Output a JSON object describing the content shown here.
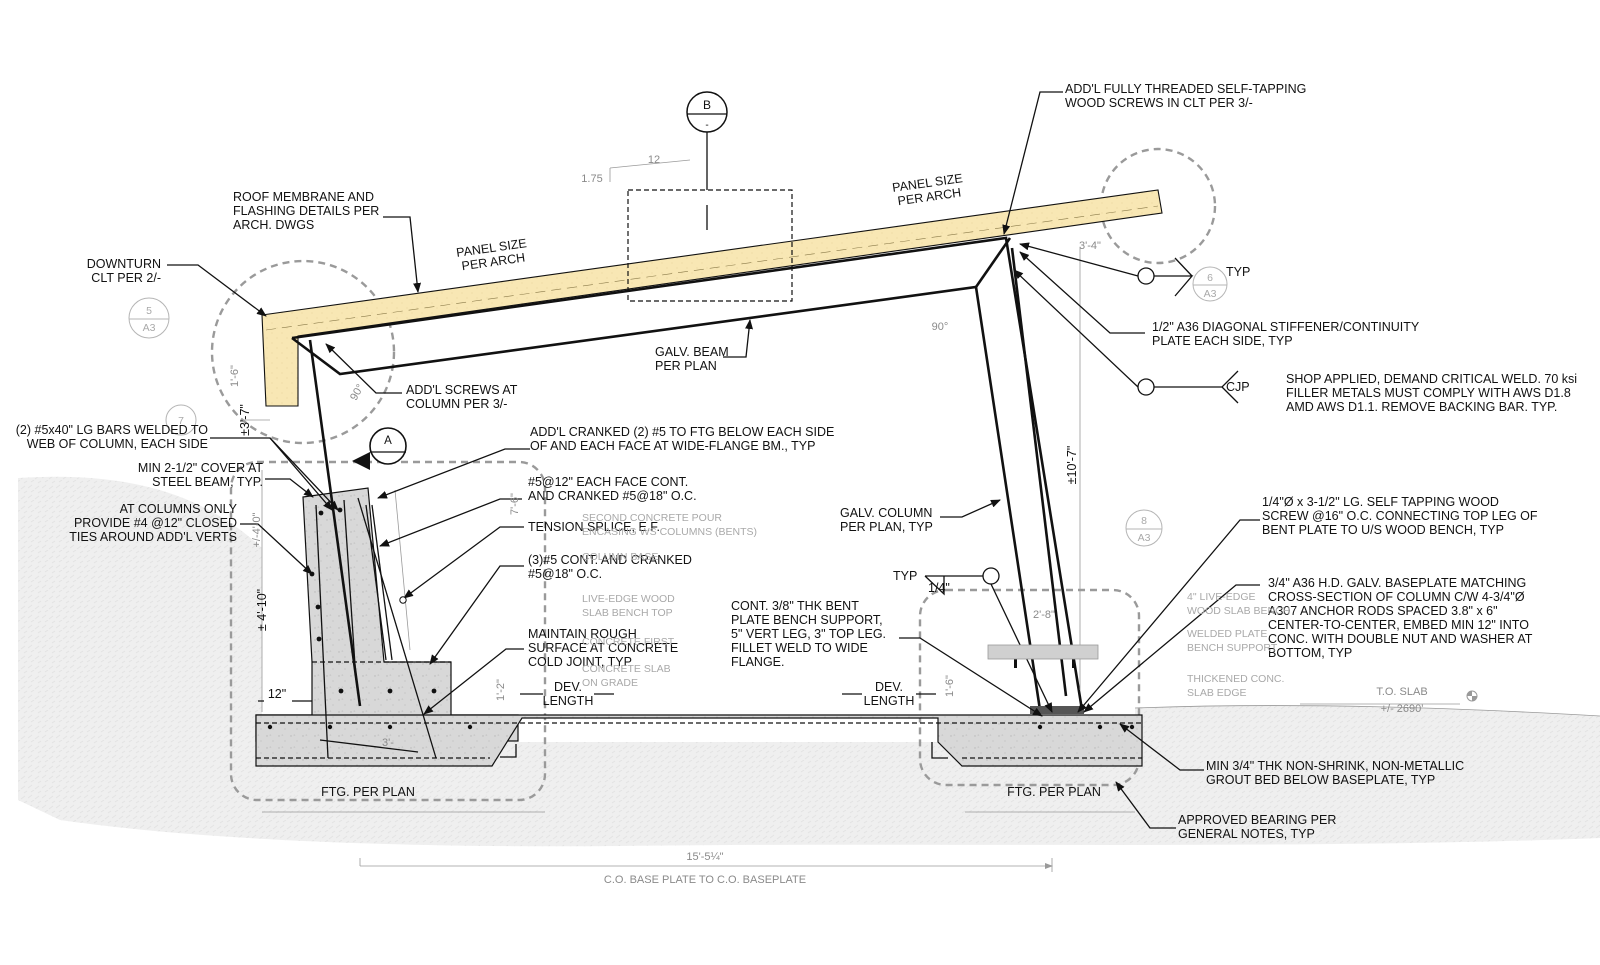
{
  "drawing": {
    "section_tag": {
      "letter": "B",
      "sub": "-"
    },
    "cut_tag": {
      "letter": "A"
    },
    "callouts": [
      {
        "id": 5,
        "sheet": "A3"
      },
      {
        "id": 7,
        "sheet": ""
      },
      {
        "id": 8,
        "sheet": "A3"
      },
      {
        "id": 6,
        "sheet": "A3"
      }
    ],
    "notes": {
      "roof_membrane": [
        "ROOF MEMBRANE AND",
        "FLASHING DETAILS PER",
        "ARCH. DWGS"
      ],
      "downturn": [
        "DOWNTURN",
        "CLT PER 2/-"
      ],
      "panel_left": [
        "PANEL SIZE",
        "PER ARCH"
      ],
      "panel_right": [
        "PANEL SIZE",
        "PER ARCH"
      ],
      "self_tapping": [
        "ADD'L FULLY THREADED SELF-TAPPING",
        "WOOD SCREWS IN CLT PER 3/-"
      ],
      "diag_stiffener": [
        "1/2\" A36 DIAGONAL STIFFENER/CONTINUITY",
        "PLATE EACH SIDE, TYP"
      ],
      "weld": [
        "SHOP APPLIED, DEMAND CRITICAL WELD. 70 ksi",
        "FILLER METALS MUST COMPLY WITH AWS D1.8",
        "AMD AWS D1.1. REMOVE BACKING BAR. TYP."
      ],
      "weld_typ": "TYP",
      "weld_cjp": "CJP",
      "galv_beam": [
        "GALV. BEAM",
        "PER PLAN"
      ],
      "addl_screws": [
        "ADD'L SCREWS AT",
        "COLUMN PER 3/-"
      ],
      "bars_welded": [
        "(2) #5x40\" LG BARS WELDED TO",
        "WEB OF COLUMN, EACH SIDE"
      ],
      "min_cover": [
        "MIN 2-1/2\" COVER AT",
        "STEEL BEAM, TYP."
      ],
      "closed_ties": [
        "AT COLUMNS ONLY",
        "PROVIDE #4 @12\" CLOSED",
        "TIES AROUND ADD'L VERTS"
      ],
      "cranked": [
        "ADD'L CRANKED (2) #5 TO FTG BELOW EACH SIDE",
        "OF AND EACH FACE AT WIDE-FLANGE BM., TYP"
      ],
      "each_face": [
        "#5@12\" EACH FACE CONT.",
        "AND CRANKED #5@18\" O.C."
      ],
      "tension_splice": "TENSION SPLICE, E.F.",
      "cont_cranked": [
        "(3)#5 CONT. AND CRANKED",
        "#5@18\" O.C."
      ],
      "rough_surface": [
        "MAINTAIN ROUGH",
        "SURFACE AT CONCRETE",
        "COLD JOINT, TYP"
      ],
      "galv_column": [
        "GALV. COLUMN",
        "PER PLAN, TYP"
      ],
      "bench_support": [
        "CONT. 3/8\" THK BENT",
        "PLATE BENCH SUPPORT,",
        "5\" VERT LEG, 3\" TOP LEG.",
        "FILLET WELD TO WIDE",
        "FLANGE."
      ],
      "wood_screw": [
        "1/4\"Ø x 3-1/2\" LG. SELF TAPPING WOOD",
        "SCREW @16\" O.C. CONNECTING TOP LEG OF",
        "BENT PLATE TO U/S WOOD BENCH, TYP"
      ],
      "baseplate": [
        "3/4\" A36 H.D. GALV. BASEPLATE MATCHING",
        "CROSS-SECTION OF COLUMN C/W 4-3/4\"Ø",
        "A307 ANCHOR RODS SPACED 3.8\" x 6\"",
        "CENTER-TO-CENTER, EMBED MIN 12\" INTO",
        "CONC. WITH DOUBLE NUT AND WASHER AT",
        "BOTTOM, TYP"
      ],
      "grout": [
        "MIN 3/4\" THK NON-SHRINK, NON-METALLIC",
        "GROUT BED BELOW BASEPLATE, TYP"
      ],
      "bearing": [
        "APPROVED BEARING PER",
        "GENERAL NOTES, TYP"
      ],
      "fillet_typ": "TYP",
      "fillet_size": "1/4\"",
      "dev_length_left": [
        "DEV.",
        "LENGTH"
      ],
      "dev_length_right": [
        "DEV.",
        "LENGTH"
      ],
      "ftg_left": "FTG. PER PLAN",
      "ftg_right": "FTG. PER PLAN"
    },
    "dimensions": {
      "d12_slope": "12",
      "d175": "1.75",
      "d3_4": "3'-4\"",
      "d90_right": "90°",
      "d90_left": "90°",
      "d1_6_top": "1'-6\"",
      "d3_7": "±3'-7\"",
      "d10_7": "±10'-7\"",
      "d7_6": "7'-6\"",
      "d4_0": "+/-4'-0\"",
      "d4_10": "± 4'-10\"",
      "d12in": "12\"",
      "d1_2": "1'-2\"",
      "d1_6_right": "1'-6\"",
      "d2_8": "2'-8\"",
      "d3_left": "3'-",
      "overall": "15'-5¼\"",
      "overall_label": "C.O. BASE PLATE TO C.O. BASEPLATE",
      "slab_label": "T.O. SLAB",
      "slab_elev": "+/- 2690'"
    },
    "ghost_notes": {
      "left": [
        "SECOND CONCRETE POUR",
        "ENCASING WS COLUMNS (BENTS)",
        "COLUMN BASE",
        "LIVE-EDGE WOOD",
        "SLAB BENCH TOP",
        "CONCRETE FIRST",
        "CONCRETE SLAB",
        "ON GRADE"
      ],
      "right": [
        "4\" LIVE-EDGE",
        "WOOD SLAB BENCH",
        "WELDED PLATE",
        "BENCH SUPPORT",
        "THICKENED CONC.",
        "SLAB EDGE"
      ]
    },
    "colors": {
      "clt": "#f8e7b4",
      "concrete": "#d9d9d9",
      "ground": "#efefef",
      "ink": "#111111",
      "ghost": "#9a9a9a"
    }
  }
}
